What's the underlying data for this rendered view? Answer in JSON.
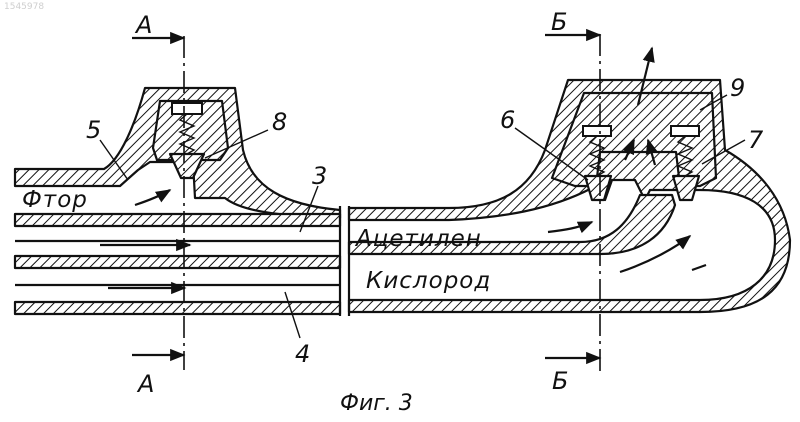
{
  "watermark": "1545978",
  "caption": "Фиг. 3",
  "section_labels": {
    "a_top": "А",
    "a_bottom": "А",
    "b_top": "Б",
    "b_bottom": "Б"
  },
  "gas_labels": {
    "fluorine": "Фтор",
    "acetylene": "Ацетилен",
    "oxygen": "Кислород"
  },
  "callouts": {
    "n3": "3",
    "n4": "4",
    "n5": "5",
    "n6": "6",
    "n7": "7",
    "n8": "8",
    "n9": "9"
  }
}
